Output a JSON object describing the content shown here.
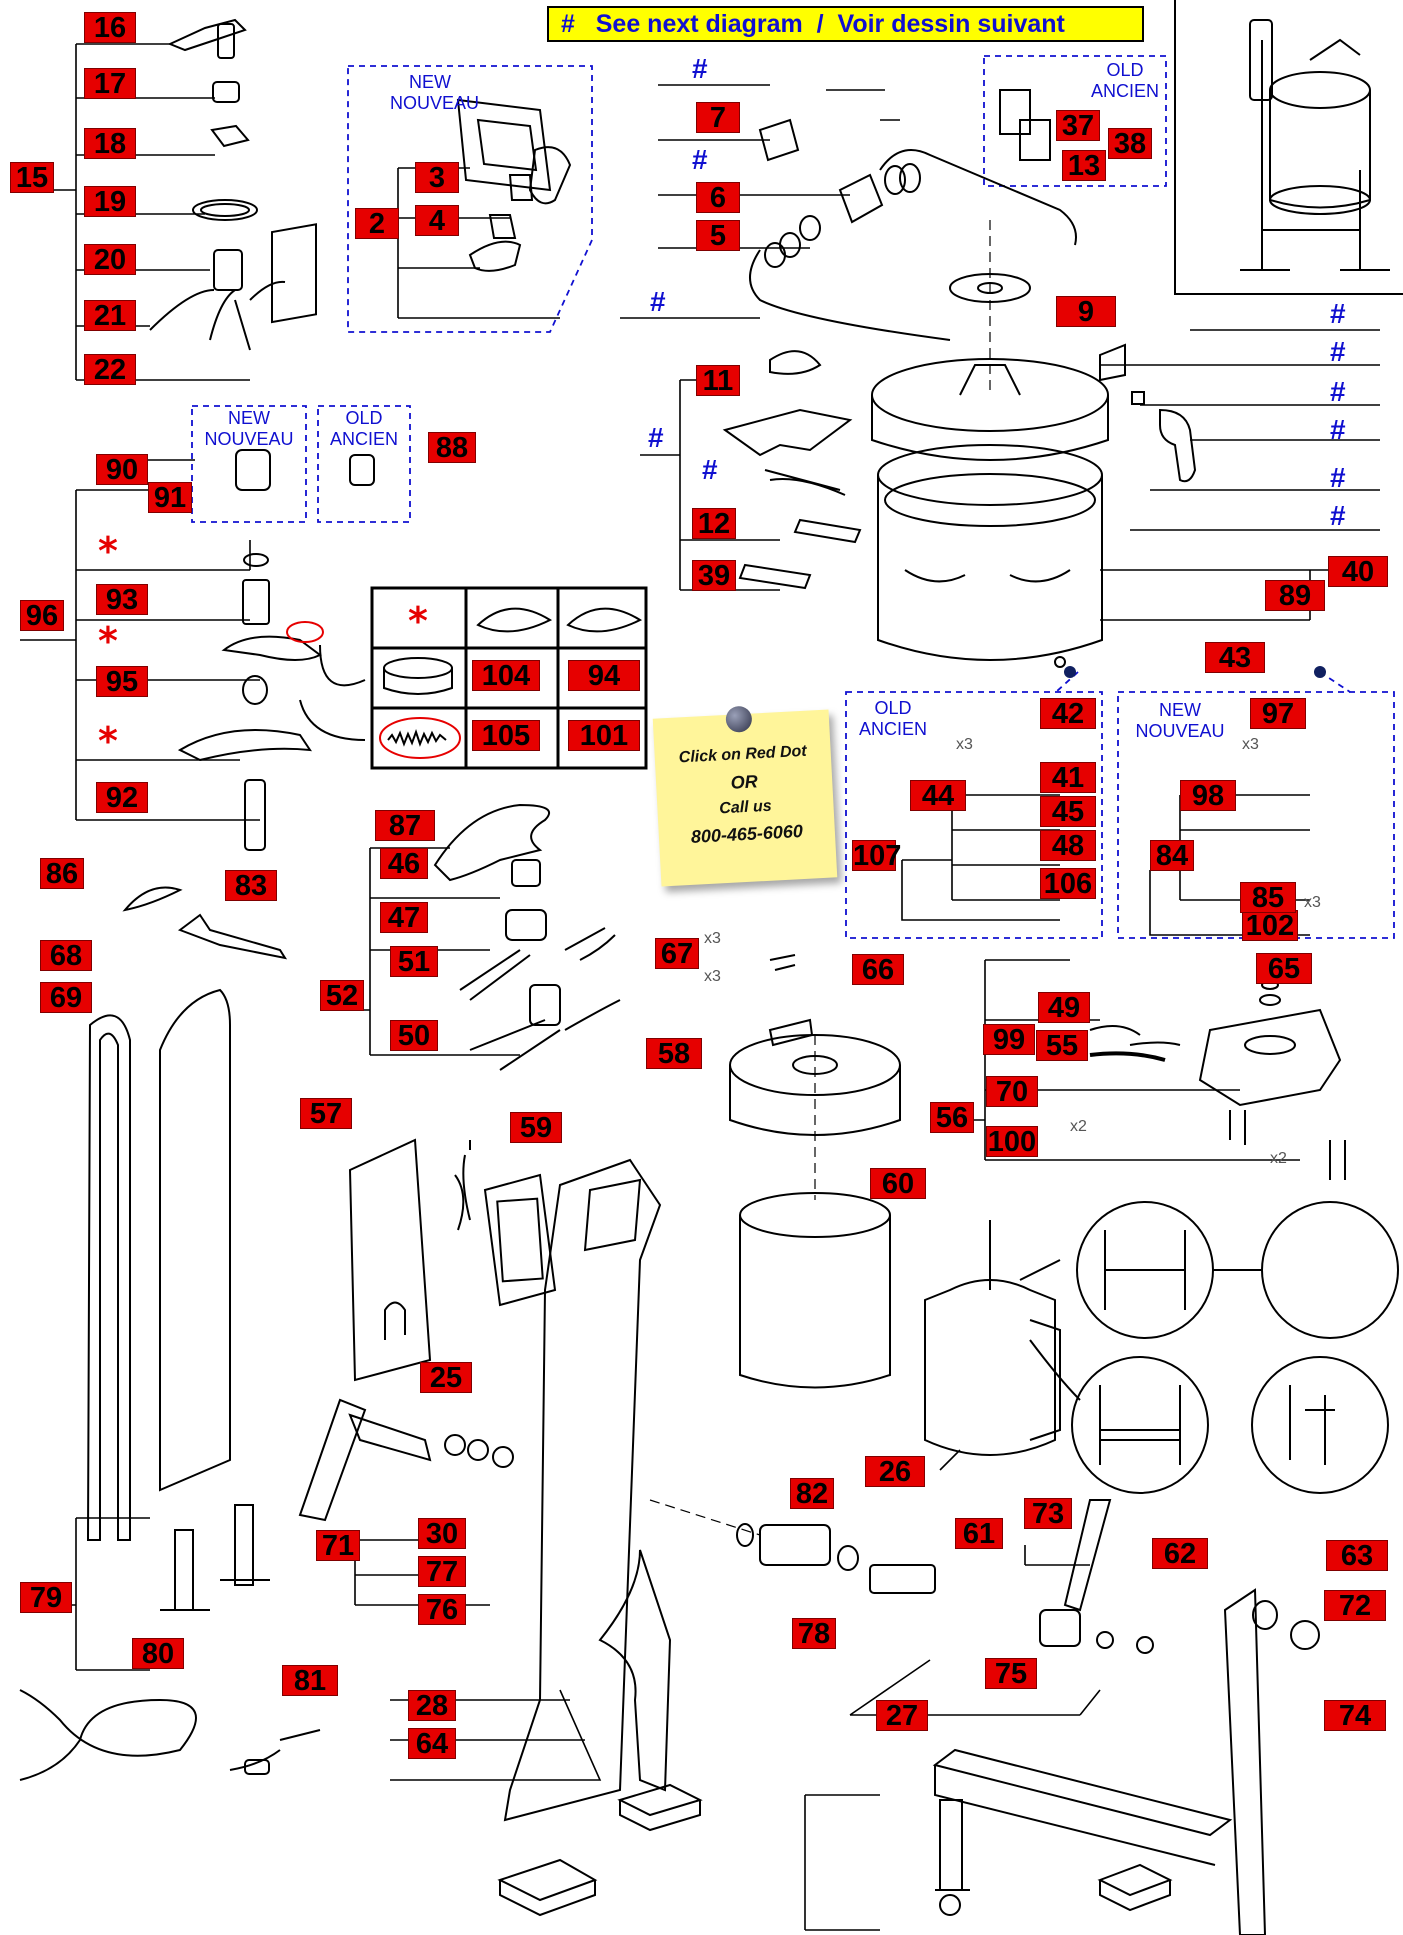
{
  "banner": {
    "text": "#   See next diagram  /  Voir dessin suivant"
  },
  "note": {
    "line1": "Click on Red Dot",
    "line2": "OR",
    "line3": "Call us",
    "line4": "800-465-6060"
  },
  "label_text": {
    "new": "NEW",
    "nouveau": "NOUVEAU",
    "old": "OLD",
    "ancien": "ANCIEN",
    "hash": "#",
    "star": "*",
    "x2": "x2",
    "x3": "x3"
  },
  "parts": [
    "16",
    "17",
    "18",
    "15",
    "19",
    "20",
    "21",
    "22",
    "3",
    "2",
    "4",
    "7",
    "6",
    "5",
    "37",
    "38",
    "13",
    "9",
    "11",
    "12",
    "39",
    "40",
    "89",
    "90",
    "91",
    "88",
    "96",
    "93",
    "95",
    "92",
    "104",
    "94",
    "105",
    "101",
    "43",
    "42",
    "41",
    "44",
    "45",
    "48",
    "106",
    "107",
    "97",
    "98",
    "102",
    "84",
    "85",
    "86",
    "83",
    "87",
    "46",
    "47",
    "51",
    "52",
    "50",
    "67",
    "66",
    "68",
    "69",
    "65",
    "49",
    "99",
    "55",
    "70",
    "56",
    "100",
    "58",
    "57",
    "59",
    "60",
    "25",
    "26",
    "30",
    "71",
    "77",
    "76",
    "79",
    "80",
    "81",
    "82",
    "78",
    "73",
    "61",
    "62",
    "63",
    "72",
    "74",
    "75",
    "27",
    "28",
    "64"
  ]
}
